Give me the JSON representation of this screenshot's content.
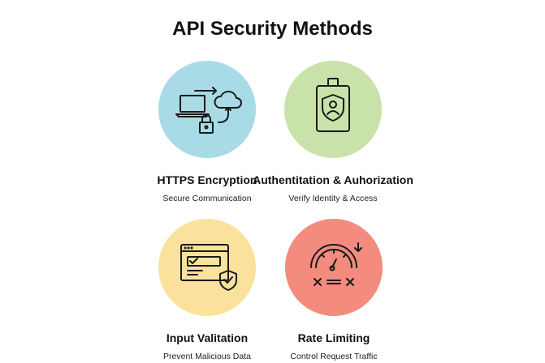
{
  "title": "API Security Methods",
  "methods": [
    {
      "label": "HTTPS Encryption",
      "subtitle": "Secure Communication",
      "color": "#a8dbe6",
      "icon": "laptop-cloud-lock-icon"
    },
    {
      "label": "Authentitation & Auhorization",
      "subtitle": "Verify Identity & Access",
      "color": "#c9e2a9",
      "icon": "id-badge-shield-icon"
    },
    {
      "label": "Input Valitation",
      "subtitle": "Prevent Malicious Data",
      "color": "#fbe29c",
      "icon": "form-check-shield-icon"
    },
    {
      "label": "Rate Limiting",
      "subtitle": "Control Request Traffic",
      "color": "#f38c7e",
      "icon": "speedometer-icon"
    }
  ]
}
